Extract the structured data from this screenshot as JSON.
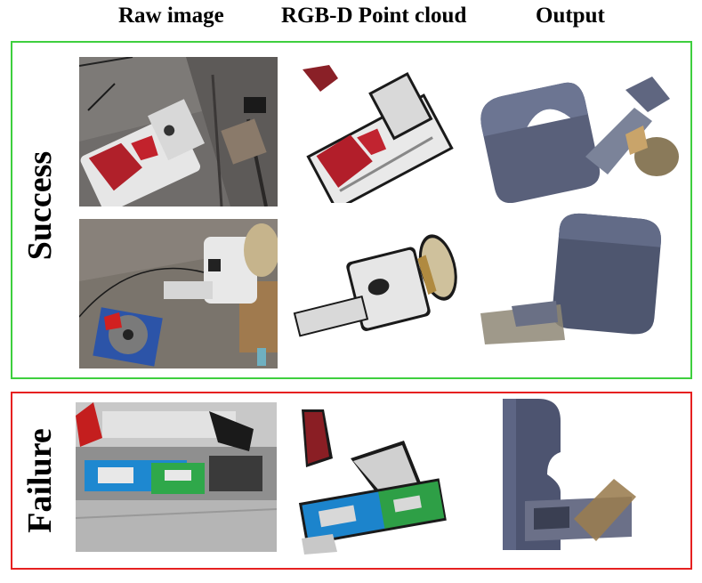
{
  "columns": {
    "raw": "Raw image",
    "pointcloud": "RGB-D Point cloud",
    "output": "Output"
  },
  "groups": {
    "success": {
      "label": "Success",
      "color": "#3ecf3e"
    },
    "failure": {
      "label": "Failure",
      "color": "#e62020"
    }
  }
}
